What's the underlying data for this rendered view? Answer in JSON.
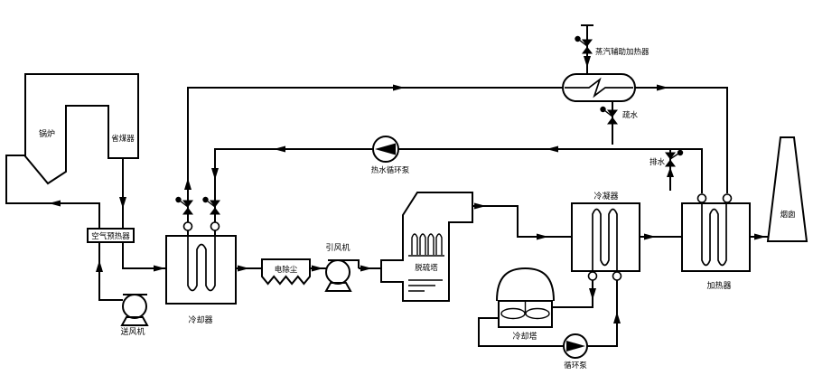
{
  "diagram": {
    "type": "process-flow-diagram",
    "labels": {
      "boiler": "锅炉",
      "economizer": "省煤器",
      "air_preheater": "空气预热器",
      "fd_fan": "送风机",
      "cooler": "冷却器",
      "esp": "电除尘",
      "id_fan": "引风机",
      "fgd_tower": "脱硫塔",
      "hot_water_pump": "热水循环泵",
      "steam_aux_heater": "蒸汽辅助加热器",
      "trap_drain": "疏水",
      "drain": "排水",
      "condenser": "冷凝器",
      "heater": "加热器",
      "chimney": "烟囱",
      "cooling_tower": "冷却塔",
      "circ_pump": "循环泵"
    },
    "colors": {
      "line": "#000000",
      "background": "#ffffff"
    }
  }
}
